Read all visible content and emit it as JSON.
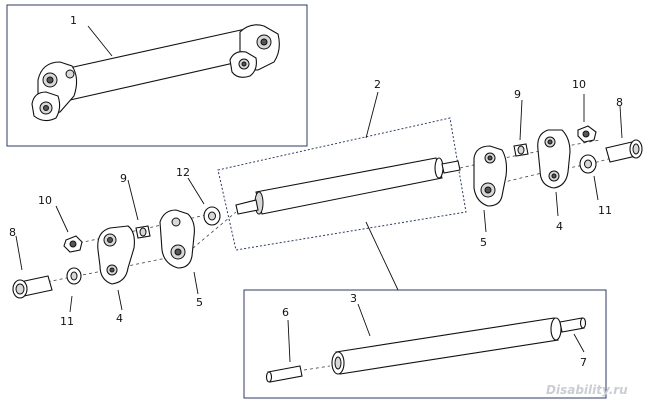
{
  "callouts": {
    "c1": "1",
    "c2": "2",
    "c3": "3",
    "c4_left": "4",
    "c4_right": "4",
    "c5_left": "5",
    "c5_right": "5",
    "c6": "6",
    "c7": "7",
    "c8_left": "8",
    "c8_right": "8",
    "c9_left": "9",
    "c9_right": "9",
    "c10_left": "10",
    "c10_right": "10",
    "c11_left": "11",
    "c11_right": "11",
    "c12": "12"
  },
  "watermark": "Disability.ru"
}
